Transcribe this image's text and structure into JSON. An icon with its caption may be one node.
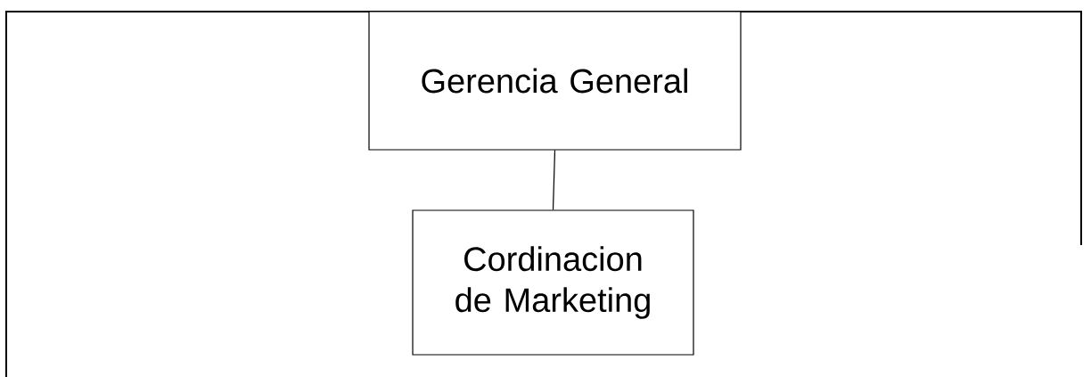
{
  "diagram": {
    "nodes": [
      {
        "text": [
          "Gerencia General"
        ]
      },
      {
        "text": [
          "Cordinacion de Marketing"
        ]
      }
    ],
    "edges": [
      {
        "from": 0,
        "to": 1,
        "arrow": "none"
      }
    ]
  }
}
